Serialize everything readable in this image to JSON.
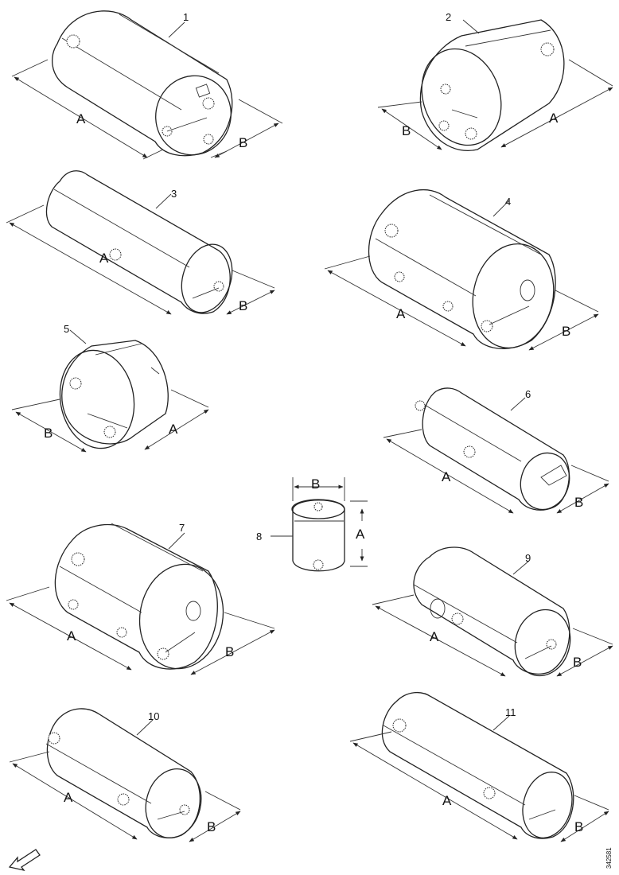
{
  "figure": {
    "document_id": "342581",
    "direction_arrow_icon": "forward-direction-arrow-icon",
    "items": [
      {
        "number": "1",
        "dim_a": "A",
        "dim_b": "B"
      },
      {
        "number": "2",
        "dim_a": "A",
        "dim_b": "B"
      },
      {
        "number": "3",
        "dim_a": "A",
        "dim_b": "B"
      },
      {
        "number": "4",
        "dim_a": "A",
        "dim_b": "B"
      },
      {
        "number": "5",
        "dim_a": "A",
        "dim_b": "B"
      },
      {
        "number": "6",
        "dim_a": "A",
        "dim_b": "B"
      },
      {
        "number": "7",
        "dim_a": "A",
        "dim_b": "B"
      },
      {
        "number": "8",
        "dim_a": "A",
        "dim_b": "B"
      },
      {
        "number": "9",
        "dim_a": "A",
        "dim_b": "B"
      },
      {
        "number": "10",
        "dim_a": "A",
        "dim_b": "B"
      },
      {
        "number": "11",
        "dim_a": "A",
        "dim_b": "B"
      }
    ]
  }
}
